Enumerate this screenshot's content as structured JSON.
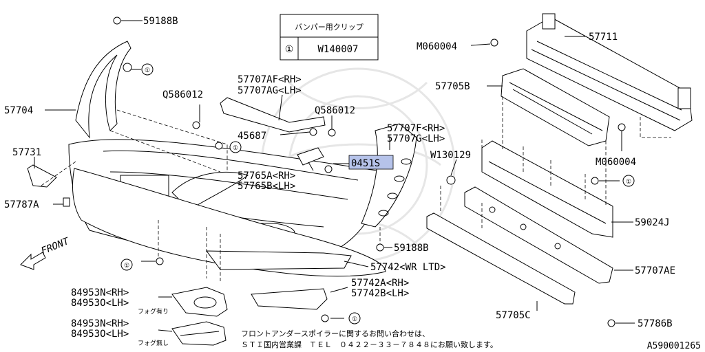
{
  "diagram_id": "A590001265",
  "clip_table": {
    "header": "バンパー用クリップ",
    "ref": "①",
    "part_no": "W140007"
  },
  "notice": {
    "line1": "フロントアンダースポイラーに関するお問い合わせは、",
    "line2": "ＳＴＩ国内営業課　ＴＥＬ　０４２２－３３－７８４８にお願い致します。"
  },
  "direction": "FRONT",
  "callout_symbol": "①",
  "highlight_color": "#b6c3ea",
  "parts": {
    "p59188B_top": "59188B",
    "p57704": "57704",
    "p57731": "57731",
    "p57787A": "57787A",
    "pQ586012_l": "Q586012",
    "p57707AF": "57707AF<RH>",
    "p57707AG": "57707AG<LH>",
    "pQ586012_r": "Q586012",
    "p45687": "45687",
    "p0451S": "0451S",
    "p57765A": "57765A<RH>",
    "p57765B": "57765B<LH>",
    "p57707F": "57707F<RH>",
    "p57707G": "57707G<LH>",
    "pM060004_top": "M060004",
    "p57711": "57711",
    "p57705B": "57705B",
    "pW130129": "W130129",
    "pM060004_r": "M060004",
    "p59024J": "59024J",
    "p59188B_bot": "59188B",
    "p57742": "57742<WR LTD>",
    "p57707AE": "57707AE",
    "p57742A": "57742A<RH>",
    "p57742B": "57742B<LH>",
    "p84953N_1": "84953N<RH>",
    "p84953O_1": "84953O<LH>",
    "fog_with": "フォグ有り",
    "p84953N_2": "84953N<RH>",
    "p84953O_2": "84953O<LH>",
    "fog_without": "フォグ無し",
    "p57705C": "57705C",
    "p57786B": "57786B"
  }
}
